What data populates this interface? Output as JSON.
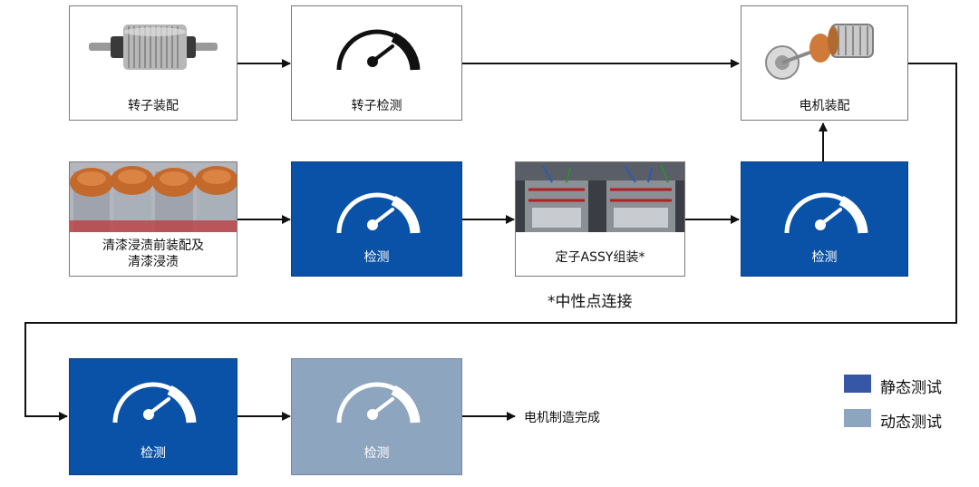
{
  "nodes": {
    "rotor_assembly": {
      "label": "转子装配",
      "icon": "rotor-icon"
    },
    "rotor_test": {
      "label": "转子检测",
      "icon": "gauge-icon"
    },
    "motor_assembly": {
      "label": "电机装配",
      "icon": "motor-icon"
    },
    "varnish": {
      "label": "清漆浸渍前装配及\n清漆浸渍",
      "icon": "copper-coils-photo"
    },
    "test_1": {
      "label": "检测",
      "icon": "gauge-icon",
      "type": "静态测试"
    },
    "stator_assy": {
      "label": "定子ASSY组装*",
      "icon": "stator-photo"
    },
    "test_2": {
      "label": "检测",
      "icon": "gauge-icon",
      "type": "静态测试"
    },
    "test_3": {
      "label": "检测",
      "icon": "gauge-icon",
      "type": "静态测试"
    },
    "test_4": {
      "label": "检测",
      "icon": "gauge-icon",
      "type": "动态测试"
    }
  },
  "note": "*中性点连接",
  "end_label": "电机制造完成",
  "legend": [
    {
      "label": "静态测试",
      "color": "#3557a6"
    },
    {
      "label": "动态测试",
      "color": "#8ea5bf"
    }
  ],
  "colors": {
    "static": "#0a52a8",
    "dynamic": "#8ea5bf",
    "line": "#111111"
  }
}
